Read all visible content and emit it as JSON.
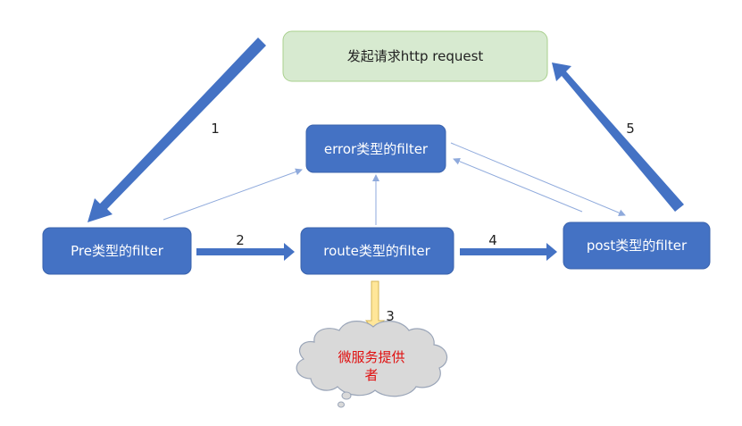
{
  "colors": {
    "node_fill": "#4472c4",
    "node_stroke": "#3a63ad",
    "request_fill": "#d7ead0",
    "request_stroke": "#a9d08e",
    "arrow": "#4472c4",
    "thin_arrow": "#8faadc",
    "yellow_arrow_fill": "#ffe699",
    "yellow_arrow_stroke": "#d6b656",
    "cloud_fill": "#d9d9d9",
    "cloud_stroke": "#9aa5b8",
    "cloud_text": "#e01010"
  },
  "nodes": {
    "request": "发起请求http request",
    "error": "error类型的filter",
    "pre": "Pre类型的filter",
    "route": "route类型的filter",
    "post": "post类型的filter"
  },
  "cloud": {
    "line1": "微服务提供",
    "line2": "者"
  },
  "steps": {
    "s1": "1",
    "s2": "2",
    "s3": "3",
    "s4": "4",
    "s5": "5"
  }
}
